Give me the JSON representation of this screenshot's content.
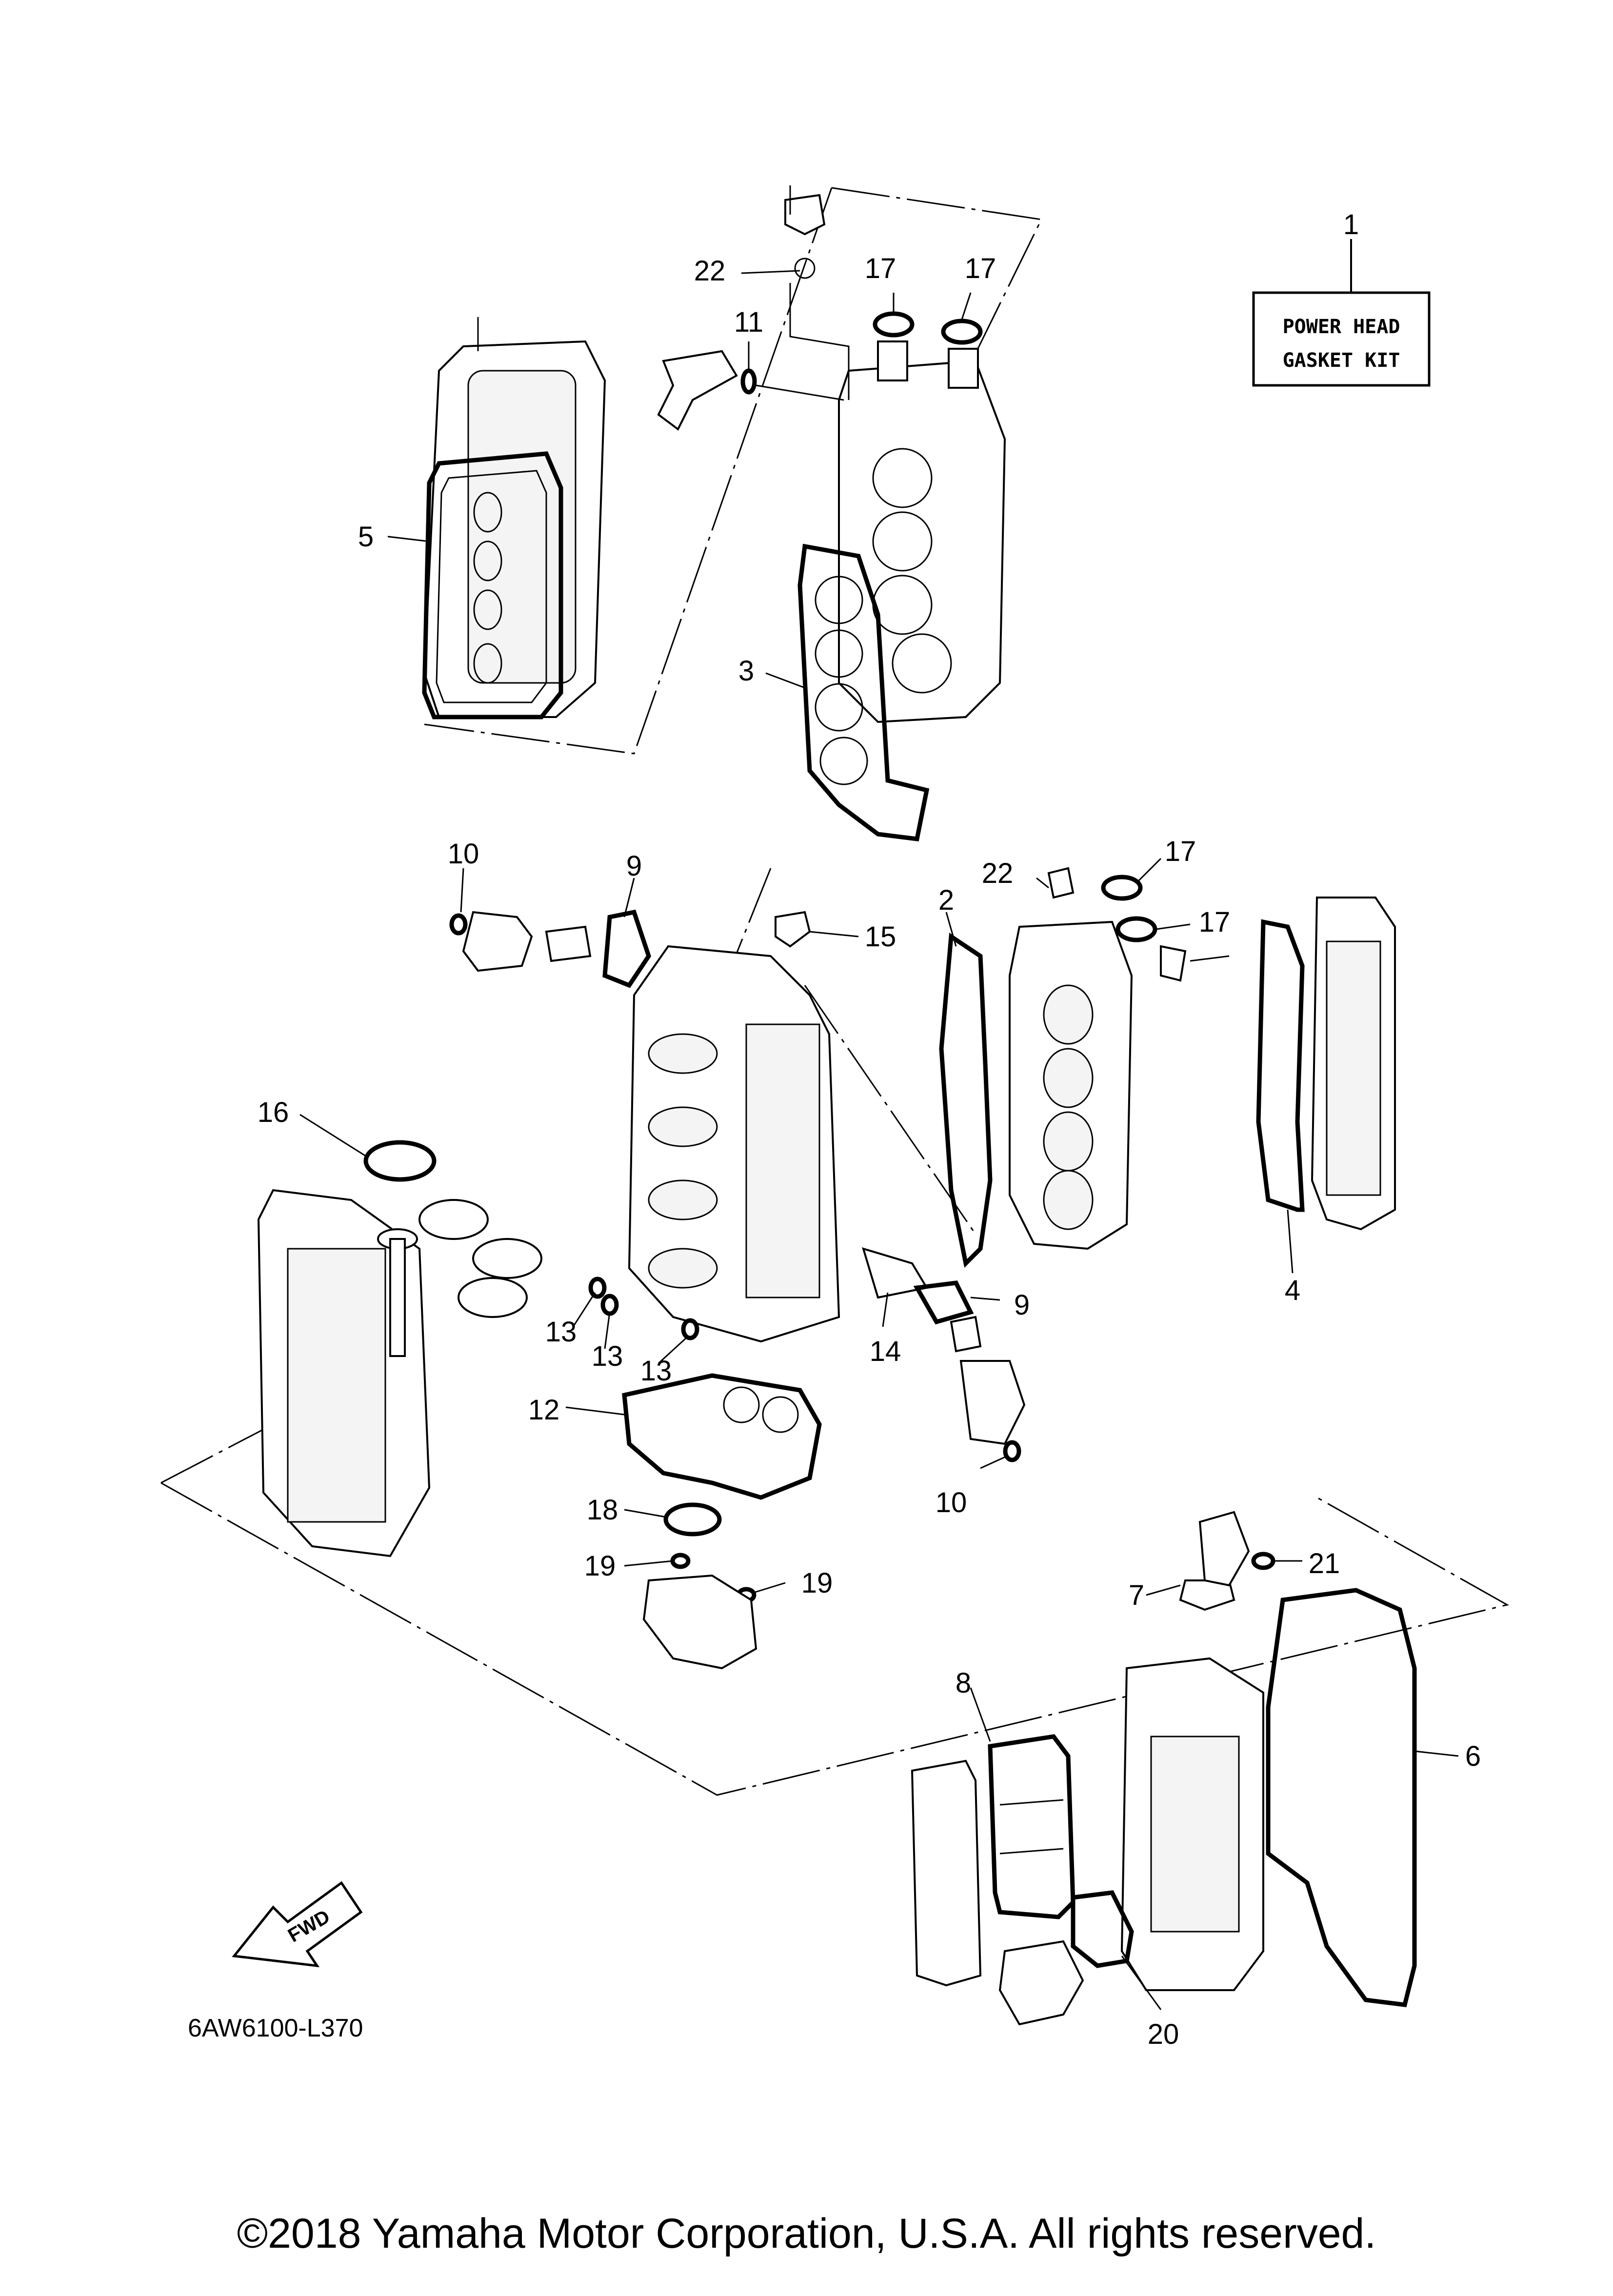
{
  "kit_box": {
    "line1": "POWER HEAD",
    "line2": "GASKET KIT"
  },
  "callouts": {
    "c1": "1",
    "c2": "2",
    "c3": "3",
    "c4": "4",
    "c5": "5",
    "c6": "6",
    "c7": "7",
    "c8": "8",
    "c9a": "9",
    "c9b": "9",
    "c10a": "10",
    "c10b": "10",
    "c11": "11",
    "c12": "12",
    "c13a": "13",
    "c13b": "13",
    "c13c": "13",
    "c14": "14",
    "c15": "15",
    "c16": "16",
    "c17a": "17",
    "c17b": "17",
    "c17c": "17",
    "c17d": "17",
    "c18": "18",
    "c19a": "19",
    "c19b": "19",
    "c20": "20",
    "c21": "21",
    "c22a": "22",
    "c22b": "22"
  },
  "fwd_label": "FWD",
  "diagram_ref": "6AW6100-L370",
  "copyright": "©2018 Yamaha Motor Corporation, U.S.A. All rights reserved."
}
